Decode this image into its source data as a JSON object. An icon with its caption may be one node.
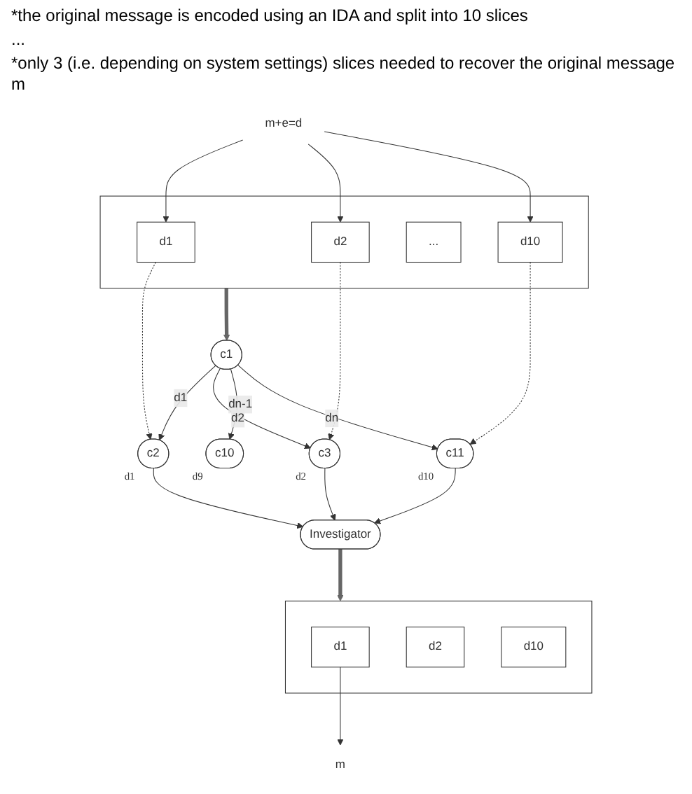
{
  "diagram": {
    "nodes": [
      {
        "text": [
          "m+e=d"
        ]
      },
      {
        "text": [],
        "shape": "box"
      },
      {
        "text": [
          "d1"
        ],
        "in": 1
      },
      {
        "text": [
          "d2"
        ],
        "in": 1
      },
      {
        "text": [
          "..."
        ],
        "in": 1
      },
      {
        "text": [
          "d10"
        ],
        "in": 1
      },
      {
        "text": [
          "c1"
        ]
      },
      {
        "text": [
          "c2"
        ],
        "beside": [
          "d1"
        ]
      },
      {
        "text": [
          "c3"
        ],
        "beside": [
          "d2"
        ]
      },
      {
        "text": [
          "c10"
        ],
        "beside": [
          "d9"
        ]
      },
      {
        "text": [
          "c11"
        ],
        "beside": [
          "d10"
        ]
      },
      {
        "text": [
          "Investigator"
        ]
      },
      {
        "text": [],
        "shape": "box"
      },
      {
        "text": [
          "d1"
        ],
        "in": 12
      },
      {
        "text": [
          "d2"
        ],
        "in": 12
      },
      {
        "text": [
          "d10"
        ],
        "in": 12
      },
      {
        "text": [
          "m"
        ]
      }
    ],
    "edges": [
      {
        "from": 0,
        "to": 2,
        "arrow": "to"
      },
      {
        "from": 0,
        "to": 3,
        "arrow": "to"
      },
      {
        "from": 0,
        "to": 5,
        "arrow": "to"
      },
      {
        "from": 1,
        "to": 6,
        "arrow": "to",
        "style": "thick",
        "color": "#666666"
      },
      {
        "from": 2,
        "to": 7,
        "arrow": "to",
        "style": "dashed"
      },
      {
        "from": 3,
        "to": 8,
        "arrow": "to",
        "style": "dashed"
      },
      {
        "from": 5,
        "to": 10,
        "arrow": "to",
        "style": "dashed"
      },
      {
        "from": 6,
        "to": 7,
        "arrow": "to",
        "label": "d1"
      },
      {
        "from": 6,
        "to": 8,
        "arrow": "to",
        "label": "d2"
      },
      {
        "from": 6,
        "to": 9,
        "arrow": "to",
        "label": "dn-1"
      },
      {
        "from": 6,
        "to": 10,
        "arrow": "to",
        "label": "dn"
      },
      {
        "from": 7,
        "to": 11,
        "arrow": "to"
      },
      {
        "from": 8,
        "to": 11,
        "arrow": "to"
      },
      {
        "from": 10,
        "to": 11,
        "arrow": "to"
      },
      {
        "from": 11,
        "to": 12,
        "arrow": "to",
        "style": "thick",
        "color": "#666666"
      },
      {
        "from": 13,
        "to": 16,
        "arrow": "to"
      }
    ],
    "labels": [
      "*the original message is encoded using an IDA and split into 10 slices",
      "...",
      "*only 3 (i.e. depending on system settings) slices needed to recover the original message m"
    ]
  }
}
